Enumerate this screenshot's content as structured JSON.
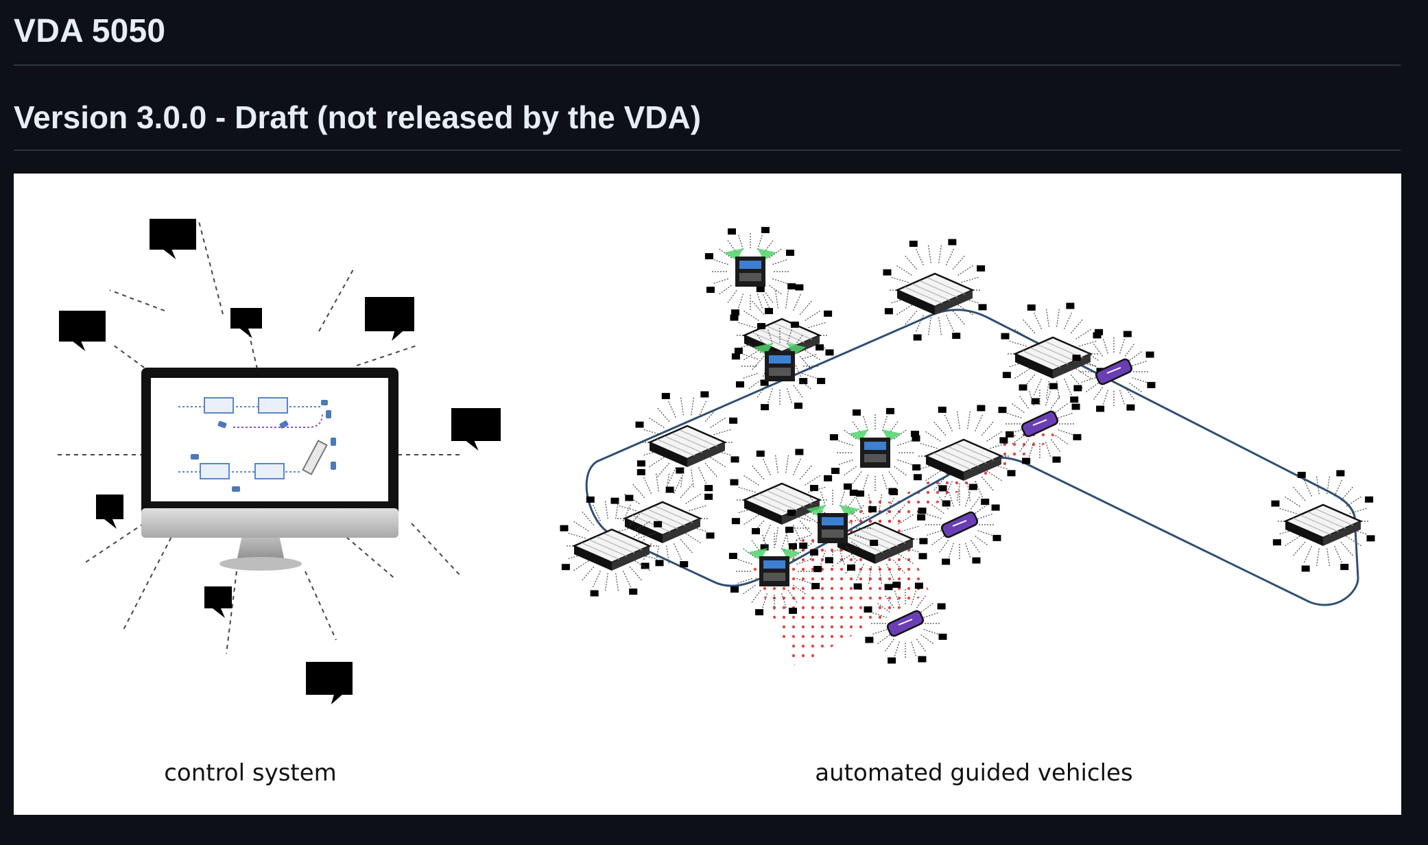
{
  "document": {
    "title": "VDA 5050",
    "subtitle": "Version 3.0.0 - Draft (not released by the VDA)"
  },
  "figure": {
    "caption_left": "control system",
    "caption_right": "automated guided vehicles",
    "icons": [
      "computer-monitor-icon",
      "speech-bubble-icon",
      "agv-icon"
    ],
    "colors": {
      "page_background": "#0d1117",
      "figure_background": "#ffffff",
      "route_line": "#2f4f73",
      "field_dots": "#e03030",
      "agv_purple": "#6a3fb5",
      "agv_blue": "#3d7fd0",
      "scanner_green": "#4fd36a"
    }
  }
}
